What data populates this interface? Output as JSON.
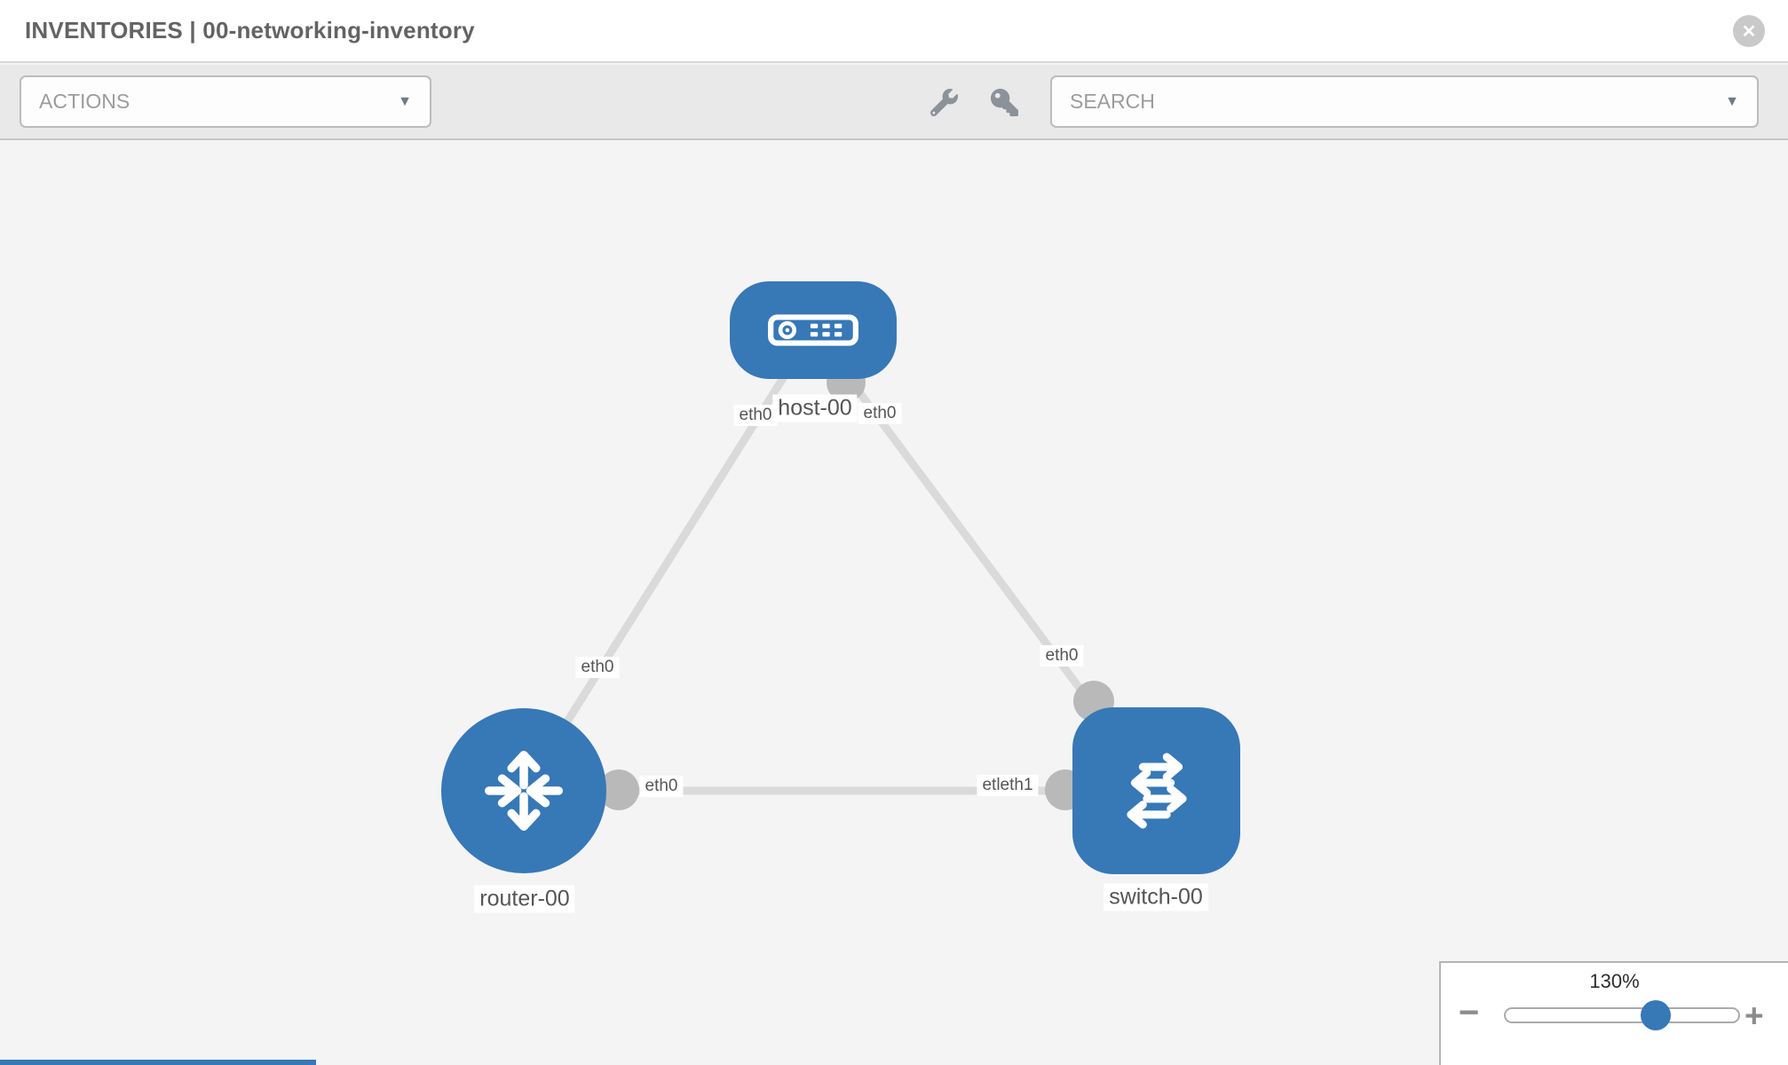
{
  "window": {
    "title": "INVENTORIES | 00-networking-inventory",
    "close_icon": "✕"
  },
  "toolbar": {
    "actions": {
      "label": "ACTIONS",
      "caret": "▼"
    },
    "search": {
      "label": "SEARCH",
      "caret": "▼"
    },
    "tools": [
      {
        "name": "wrench"
      },
      {
        "name": "key"
      }
    ]
  },
  "topology": {
    "nodes": [
      {
        "id": "host-00",
        "type": "host",
        "label": "host-00"
      },
      {
        "id": "router-00",
        "type": "router",
        "label": "router-00"
      },
      {
        "id": "switch-00",
        "type": "switch",
        "label": "switch-00"
      }
    ],
    "links": [
      {
        "from": "host-00",
        "to": "router-00",
        "from_iface": "eth0",
        "to_iface": "eth0"
      },
      {
        "from": "host-00",
        "to": "switch-00",
        "from_iface": "eth0",
        "to_iface": "eth0"
      },
      {
        "from": "router-00",
        "to": "switch-00",
        "from_iface": "eth0",
        "to_iface": "eth1"
      }
    ],
    "iface_chips": {
      "host_left": "eth0",
      "host_right": "eth0",
      "link_left_mid": "eth0",
      "link_right_mid": "eth0",
      "router_horizontal": "eth0",
      "switch_horizontal": "etleth1"
    }
  },
  "zoom_control": {
    "level": "130%",
    "minus": "−",
    "plus": "+"
  },
  "colors": {
    "node_blue": "#3778b7",
    "link_gray": "#dadada",
    "port_gray": "#b9b9b9",
    "canvas_bg": "#f4f4f4",
    "toolbar_bg": "#e9e9e9",
    "icon_gray": "#8b9299"
  }
}
